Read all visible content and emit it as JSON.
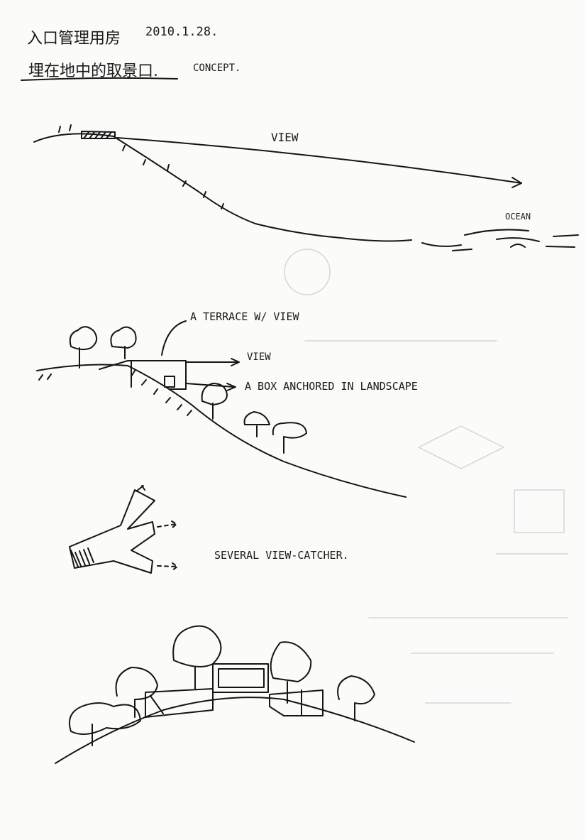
{
  "header": {
    "title_cn": "入口管理用房",
    "date": "2010.1.28.",
    "subtitle_cn": "埋在地中的取景口.",
    "subtitle_en": "CONCEPT."
  },
  "section1": {
    "view_label": "VIEW",
    "ocean_label": "OCEAN"
  },
  "section2": {
    "terrace_label": "A TERRACE W/ VIEW",
    "view_label": "VIEW",
    "box_label": "A BOX ANCHORED IN LANDSCAPE"
  },
  "plan": {
    "label": "SEVERAL VIEW-CATCHER."
  }
}
